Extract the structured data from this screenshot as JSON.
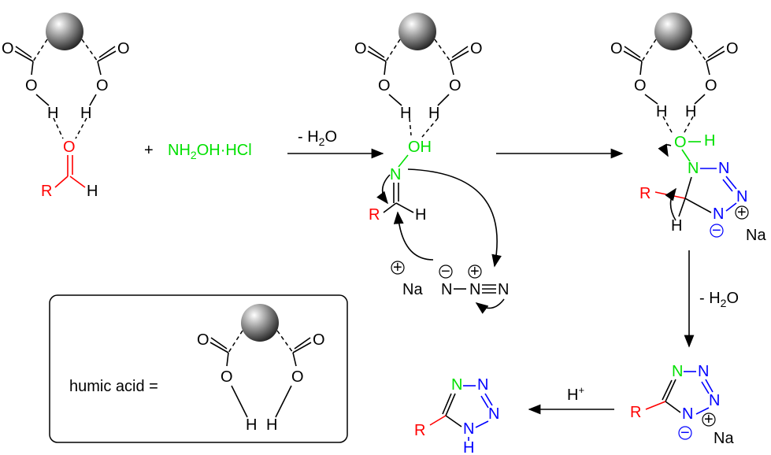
{
  "symbols": {
    "O": "O",
    "H": "H",
    "N": "N",
    "R": "R",
    "Na": "Na",
    "OH": "OH",
    "plus": "+",
    "minus": "−",
    "H_plus_base": "H",
    "H_plus_sup": "+"
  },
  "reagent": {
    "plus_sign": "+",
    "name": "NH2OH·HCl",
    "name_main": "NH",
    "name_sub": "2",
    "name_rest": "OH·HCl"
  },
  "arrows": {
    "step1_label_main": "- H",
    "step1_label_sub": "2",
    "step1_label_end": "O",
    "step3_label_main": "- H",
    "step3_label_sub": "2",
    "step3_label_end": "O"
  },
  "legend": {
    "label": "humic acid ="
  },
  "colors": {
    "aldehyde": "#ff0000",
    "hydroxylamine": "#00e000",
    "azide": "#0000ff"
  }
}
